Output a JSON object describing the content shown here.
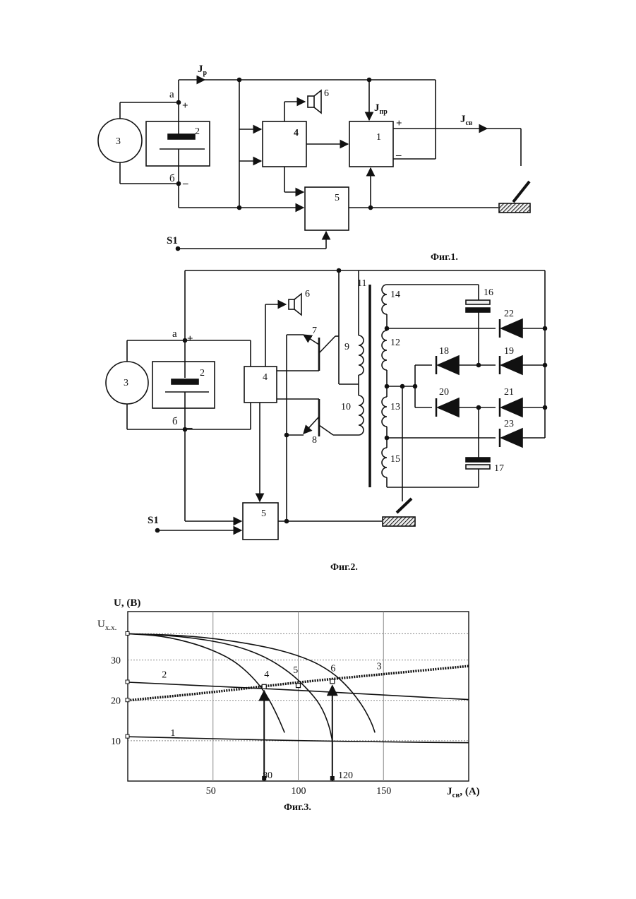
{
  "fig1": {
    "caption": "Фиг.1.",
    "current_p": "J",
    "current_p_sub": "р",
    "current_pr": "J",
    "current_pr_sub": "пр",
    "current_sv": "J",
    "current_sv_sub": "св",
    "node_a": "а",
    "node_b": "б",
    "plus": "+",
    "minus": "–",
    "switch_label": "S1",
    "blocks": {
      "b1": "1",
      "b2": "2",
      "b3": "3",
      "b4": "4",
      "b5": "5",
      "b6": "6"
    }
  },
  "fig2": {
    "caption": "Фиг.2.",
    "node_a": "а",
    "node_b": "б",
    "plus": "+",
    "minus": "–",
    "switch_label": "S1",
    "labels": {
      "l2": "2",
      "l3": "3",
      "l4": "4",
      "l5": "5",
      "l6": "6",
      "l7": "7",
      "l8": "8",
      "l9": "9",
      "l10": "10",
      "l11": "11",
      "l12": "12",
      "l13": "13",
      "l14": "14",
      "l15": "15",
      "l16": "16",
      "l17": "17",
      "l18": "18",
      "l19": "19",
      "l20": "20",
      "l21": "21",
      "l22": "22",
      "l23": "23"
    }
  },
  "fig3": {
    "caption": "Фиг.3.",
    "y_axis_label": "U, (B)",
    "y_top_label": "U",
    "y_top_sub": "х.х.",
    "x_axis_label": "J",
    "x_axis_sub": "св",
    "x_axis_unit": ", (А)",
    "marker_80": "80",
    "marker_120": "120",
    "chart_data": {
      "type": "line",
      "xlim": [
        0,
        200
      ],
      "ylim": [
        0,
        42
      ],
      "grid": true,
      "x_ticks": [
        50,
        100,
        150
      ],
      "x_tick_labels": [
        "50",
        "100",
        "150"
      ],
      "y_ticks": [
        10,
        20,
        30
      ],
      "y_tick_labels": [
        "10",
        "20",
        "30"
      ],
      "series": [
        {
          "name": "1",
          "label_at": [
            25,
            11.2
          ],
          "x": [
            0,
            50,
            100,
            150,
            200
          ],
          "y": [
            11,
            10.5,
            10,
            9.7,
            9.5
          ]
        },
        {
          "name": "2",
          "label_at": [
            20,
            25.6
          ],
          "x": [
            0,
            50,
            100,
            150,
            200
          ],
          "y": [
            24.5,
            23.5,
            22.5,
            21.3,
            20.2
          ]
        },
        {
          "name": "3",
          "label_at": [
            146,
            27.7
          ],
          "style": "dashed",
          "x": [
            0,
            50,
            100,
            150,
            200
          ],
          "y": [
            20,
            22,
            24.5,
            26.5,
            28.5
          ]
        },
        {
          "name": "4",
          "label_at": [
            80,
            25.7
          ],
          "x": [
            0,
            20,
            40,
            55,
            65,
            75,
            82,
            88,
            92
          ],
          "y": [
            36.5,
            36,
            34,
            31.5,
            29,
            25,
            21,
            16,
            12
          ]
        },
        {
          "name": "5",
          "label_at": [
            97,
            26.8
          ],
          "x": [
            0,
            30,
            60,
            80,
            95,
            105,
            113,
            118,
            120
          ],
          "y": [
            36.5,
            36,
            34,
            31,
            27,
            23,
            19,
            14,
            10
          ]
        },
        {
          "name": "6",
          "label_at": [
            119,
            27.2
          ],
          "x": [
            0,
            40,
            80,
            105,
            120,
            130,
            138,
            143,
            145
          ],
          "y": [
            36.5,
            36,
            33.5,
            30.5,
            27,
            23,
            18.5,
            14.5,
            12
          ]
        }
      ],
      "operating_points": [
        {
          "name": "4",
          "x": 80,
          "y": 23.4
        },
        {
          "name": "5",
          "x": 100,
          "y": 23.7
        },
        {
          "name": "6",
          "x": 120,
          "y": 24.7
        }
      ],
      "verticals": [
        {
          "label": "80",
          "x": 80,
          "y": 23.4
        },
        {
          "label": "120",
          "x": 120,
          "y": 24.7
        }
      ]
    }
  }
}
